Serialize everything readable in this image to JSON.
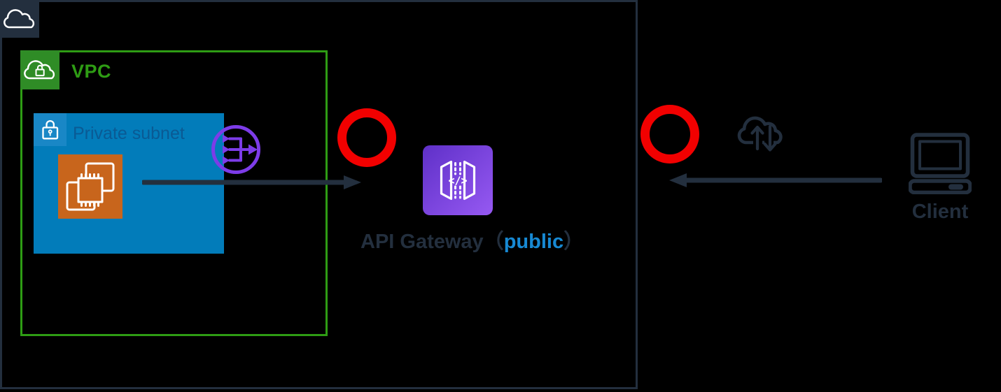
{
  "colors": {
    "bg": "#000000",
    "navy": "#232F3E",
    "green": "#2E9C14",
    "green_tile": "#2F8C26",
    "blue": "#027CBA",
    "blue_tile": "#1987C6",
    "blue_text": "#0A5A94",
    "orange": "#C8651C",
    "endpoint_purple": "#7D3CE8",
    "apigw_grad_start": "#5F30C8",
    "apigw_grad_end": "#9659F2",
    "public_blue": "#1789D3",
    "red": "#F20000"
  },
  "aws_cloud_group": {
    "icon": "aws-cloud-icon"
  },
  "vpc": {
    "label": "VPC",
    "icon": "vpc-cloud-lock-icon"
  },
  "private_subnet": {
    "label": "Private subnet",
    "icon": "lock-icon"
  },
  "ec2": {
    "icon": "ec2-instance-icon"
  },
  "vpc_endpoint": {
    "icon": "vpc-endpoint-icon"
  },
  "api_gateway": {
    "label_prefix": "API Gateway（",
    "label_highlight": "public",
    "label_suffix": "）",
    "icon": "api-gateway-icon",
    "code_glyph": "</>"
  },
  "markers": {
    "left": "red-circle-marker",
    "right": "red-circle-marker"
  },
  "internet": {
    "icon": "internet-cloud-updown-icon"
  },
  "client": {
    "label": "Client",
    "icon": "client-computer-icon"
  }
}
